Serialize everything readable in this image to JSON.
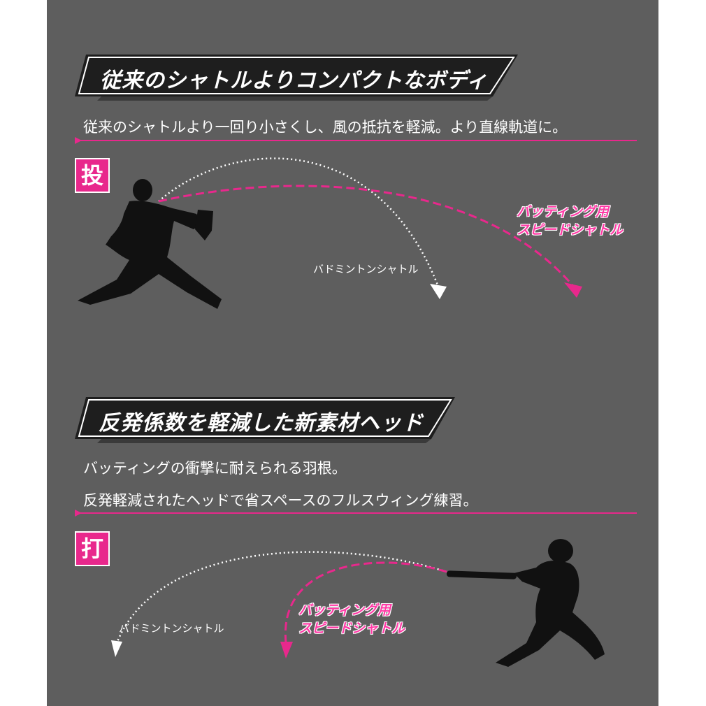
{
  "section1": {
    "heading": "従来のシャトルよりコンパクトなボディ",
    "description": "従来のシャトルより一回り小さくし、風の抵抗を軽減。より直線軌道に。",
    "badge": "投",
    "label_badminton": "バドミントンシャトル",
    "label_speed_line1": "バッティング用",
    "label_speed_line2": "スピードシャトル"
  },
  "section2": {
    "heading": "反発係数を軽減した新素材ヘッド",
    "description_line1": "バッティングの衝撃に耐えられる羽根。",
    "description_line2": "反発軽減されたヘッドで省スペースのフルスウィング練習。",
    "badge": "打",
    "label_badminton": "バドミントンシャトル",
    "label_speed_line1": "バッティング用",
    "label_speed_line2": "スピードシャトル"
  },
  "colors": {
    "panel": "#5e5e5e",
    "accent_pink": "#e8288c",
    "banner_fill": "#2b2b2b",
    "silhouette": "#111111"
  }
}
